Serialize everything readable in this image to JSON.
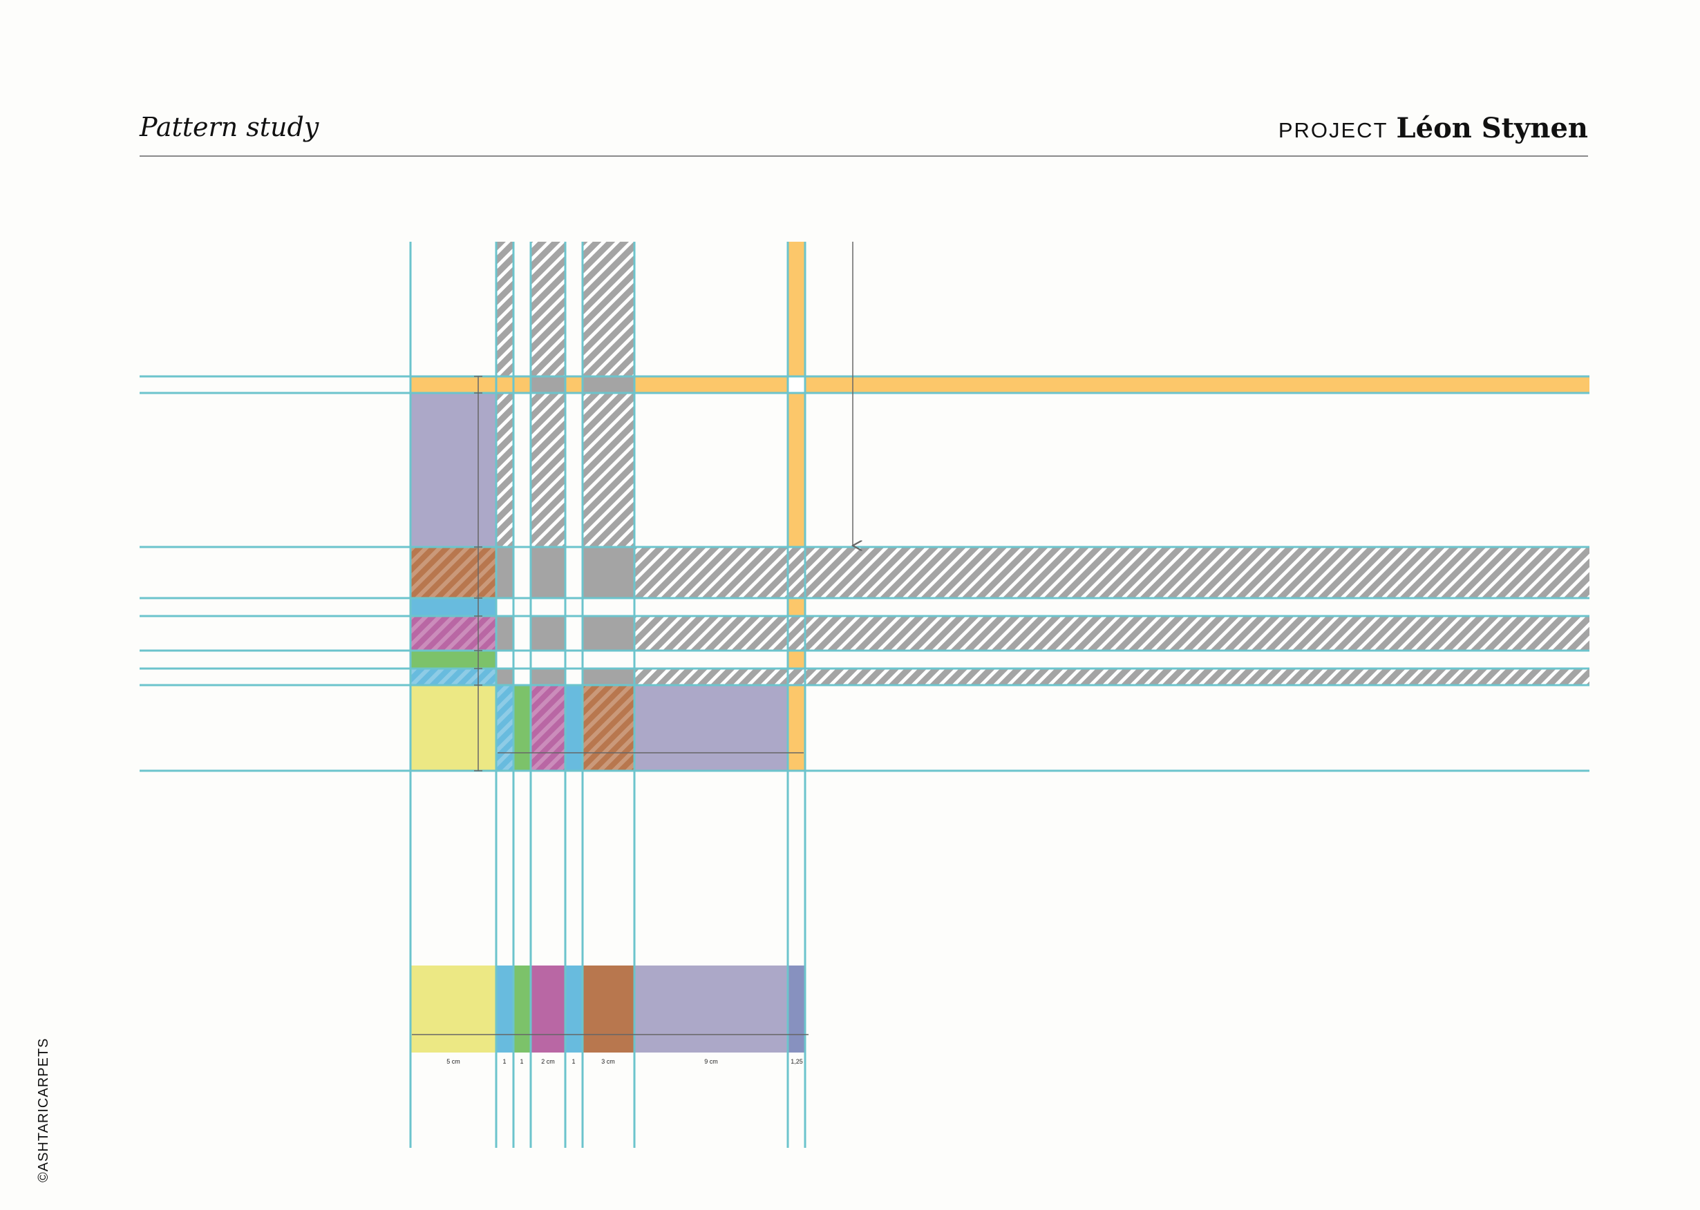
{
  "header": {
    "title": "Pattern study",
    "project_keyword": "PROJECT",
    "project_name": "Léon Stynen"
  },
  "footer": {
    "copyright": "©ASHTARICARPETS"
  },
  "colors": {
    "guide": "#6cc4cc",
    "yellow": "#ece884",
    "blue": "#68bbde",
    "green": "#7cc26a",
    "magenta": "#b967a4",
    "brown": "#b8774e",
    "lavender": "#aca8c8",
    "navy": "#8791bf",
    "orange": "#fcc76a",
    "hatch_gray": "#a4a4a4"
  },
  "stripe_widths": [
    {
      "label": "5 cm",
      "color": "yellow"
    },
    {
      "label": "1",
      "color": "blue"
    },
    {
      "label": "1",
      "color": "green"
    },
    {
      "label": "2 cm",
      "color": "magenta"
    },
    {
      "label": "1",
      "color": "blue"
    },
    {
      "label": "3 cm",
      "color": "brown"
    },
    {
      "label": "9 cm",
      "color": "lavender"
    },
    {
      "label": "1,25",
      "color": "navy"
    }
  ]
}
